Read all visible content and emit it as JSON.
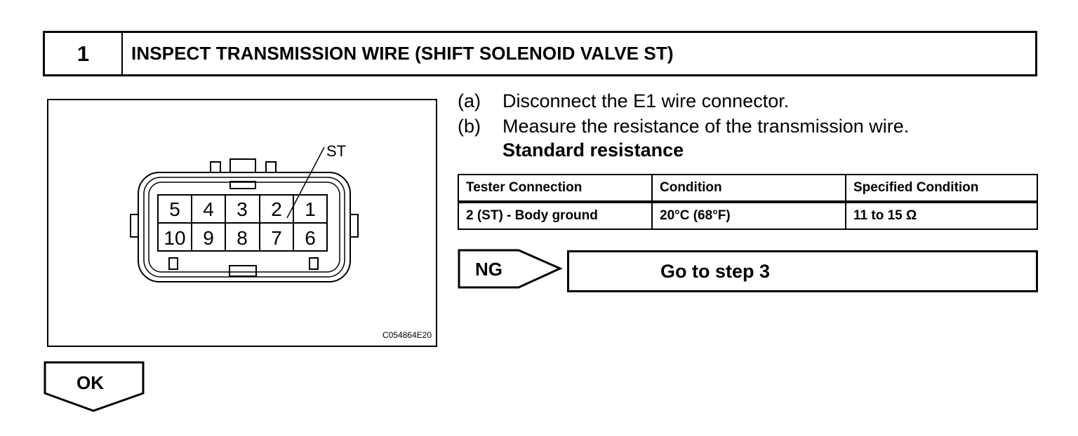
{
  "step": {
    "number": "1",
    "title": "INSPECT TRANSMISSION WIRE (SHIFT SOLENOID VALVE ST)"
  },
  "figure": {
    "terminal_label": "ST",
    "pins_top": [
      "5",
      "4",
      "3",
      "2",
      "1"
    ],
    "pins_bottom": [
      "10",
      "9",
      "8",
      "7",
      "6"
    ],
    "code": "C054864E20"
  },
  "instructions": [
    {
      "label": "(a)",
      "text": "Disconnect the E1 wire connector."
    },
    {
      "label": "(b)",
      "text": "Measure the resistance of the transmission wire."
    }
  ],
  "standard_title": "Standard resistance",
  "table": {
    "headers": [
      "Tester Connection",
      "Condition",
      "Specified Condition"
    ],
    "rows": [
      [
        "2 (ST) - Body ground",
        "20°C (68°F)",
        "11 to 15 Ω"
      ]
    ]
  },
  "ng": {
    "label": "NG",
    "action": "Go to step 3"
  },
  "ok": {
    "label": "OK"
  }
}
